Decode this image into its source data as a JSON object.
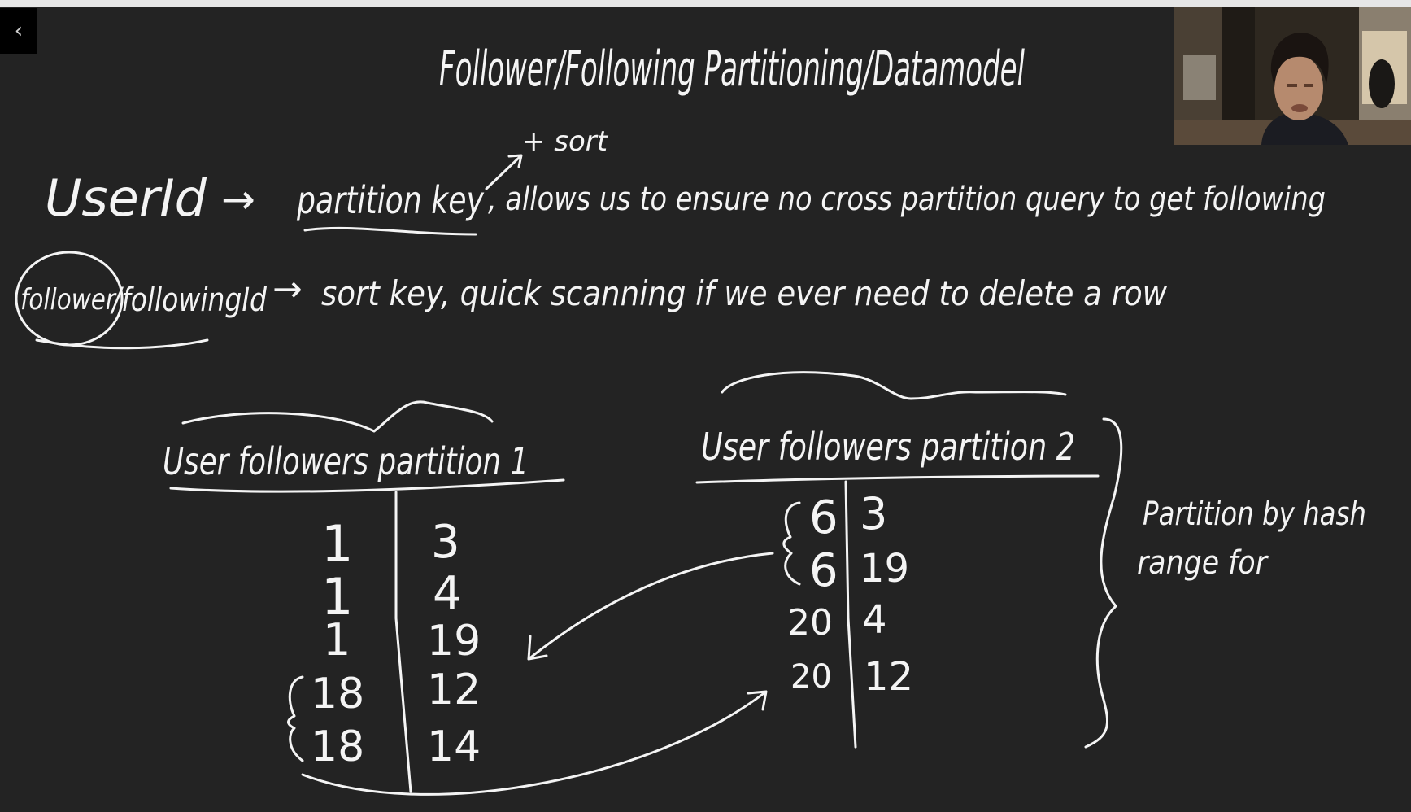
{
  "title": "Follower/Following Partitioning/Datamodel",
  "lines": {
    "line1_key": "UserId",
    "line1_arrow": "→",
    "line1_partition": "partition key",
    "line1_sort": "+ sort",
    "line1_rest": ", allows us to ensure no cross partition query to get following",
    "line2_key_a": "follower",
    "line2_key_b": "/followingId",
    "line2_arrow": "→",
    "line2_rest": "sort key, quick scanning if we ever need to delete a row"
  },
  "tables": [
    {
      "title": "User followers partition 1",
      "rows": [
        [
          "1",
          "3"
        ],
        [
          "1",
          "4"
        ],
        [
          "1",
          "19"
        ],
        [
          "18",
          "12"
        ],
        [
          "18",
          "14"
        ]
      ]
    },
    {
      "title": "User followers partition 2",
      "rows": [
        [
          "6",
          "3"
        ],
        [
          "6",
          "19"
        ],
        [
          "20",
          "4"
        ],
        [
          "20",
          "12"
        ]
      ]
    }
  ],
  "side_note": {
    "line1": "Partition by hash",
    "line2": "range for"
  },
  "back_icon": "chevron-left-icon"
}
